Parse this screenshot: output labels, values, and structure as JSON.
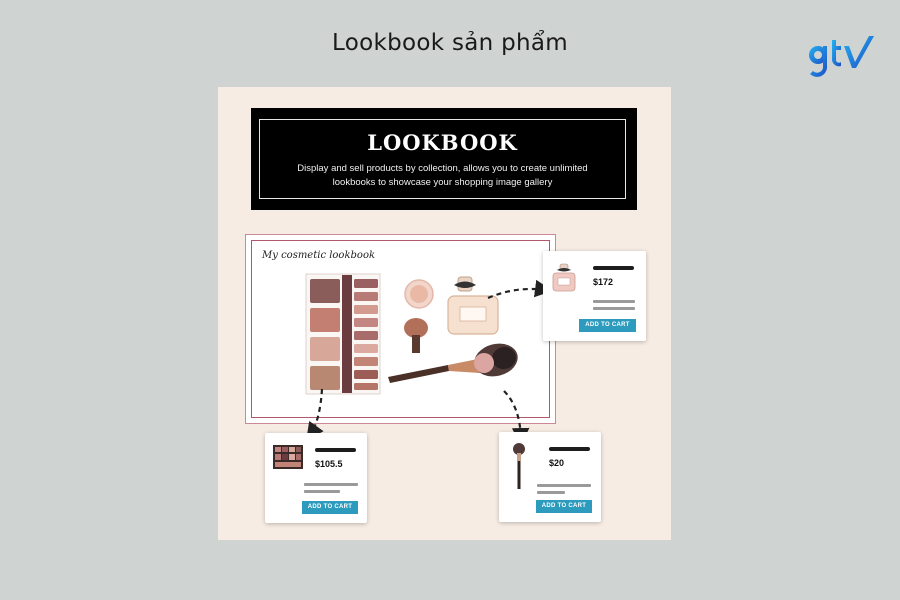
{
  "page": {
    "title": "Lookbook sản phẩm"
  },
  "logo": {
    "icon": "gtv-logo",
    "colors": [
      "#2aa6e8",
      "#1a55c8"
    ]
  },
  "banner": {
    "title": "LOOKBOOK",
    "description": "Display and sell products by collection, allows you to create unlimited lookbooks to showcase your shopping image gallery"
  },
  "lookbook": {
    "caption": "My cosmetic lookbook",
    "items": [
      "eyeshadow-palette",
      "powder-compact",
      "powder-brush",
      "perfume-bottle",
      "makeup-brush"
    ]
  },
  "products": [
    {
      "id": "perfume",
      "price": "$172",
      "button": "ADD TO CART",
      "thumb": "perfume-thumb"
    },
    {
      "id": "palette",
      "price": "$105.5",
      "button": "ADD TO CART",
      "thumb": "palette-thumb"
    },
    {
      "id": "brush",
      "price": "$20",
      "button": "ADD TO CART",
      "thumb": "brush-thumb"
    }
  ],
  "colors": {
    "background": "#cfd3d2",
    "panel": "#f6ece4",
    "button": "#2d9bbd",
    "lookbook_border": "#b2586a"
  }
}
